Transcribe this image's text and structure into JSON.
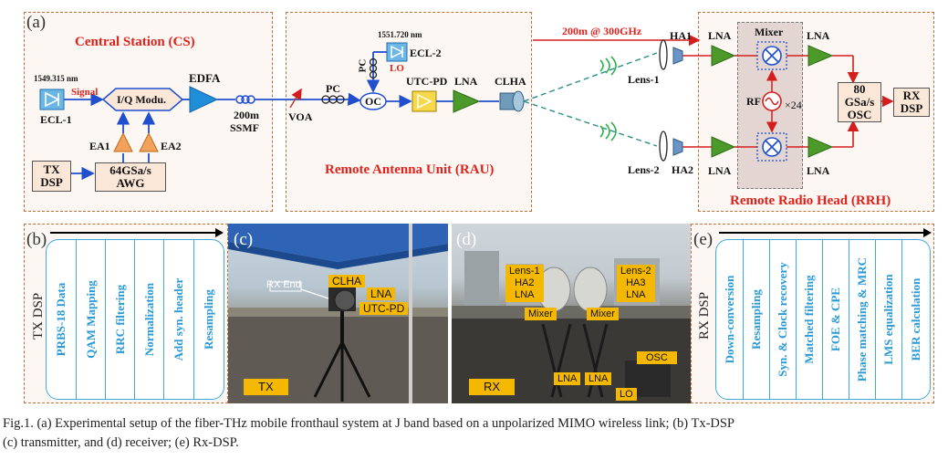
{
  "panel_a": {
    "label": "(a)",
    "cs_title": "Central Station (CS)",
    "rau_title": "Remote Antenna Unit (RAU)",
    "rrh_title": "Remote Radio Head (RRH)",
    "ecl1_nm": "1549.315 nm",
    "ecl1": "ECL-1",
    "signal": "Signal",
    "iq_mod": "I/Q Modu.",
    "edfa": "EDFA",
    "ssmf_1": "200m",
    "ssmf_2": "SSMF",
    "ea1": "EA1",
    "ea2": "EA2",
    "tx_dsp_1": "TX",
    "tx_dsp_2": "DSP",
    "awg_1": "64GSa/s",
    "awg_2": "AWG",
    "voa": "VOA",
    "pc1": "PC",
    "pc2": "PC",
    "ecl2_nm": "1551.720 nm",
    "ecl2": "ECL-2",
    "lo": "LO",
    "oc": "OC",
    "utcpd": "UTC-PD",
    "lna_rau": "LNA",
    "clha": "CLHA",
    "link": "200m @ 300GHz",
    "lens1": "Lens-1",
    "lens2": "Lens-2",
    "ha1": "HA1",
    "ha2": "HA2",
    "lna1": "LNA",
    "lna2": "LNA",
    "mixer": "Mixer",
    "lna3": "LNA",
    "lna4": "LNA",
    "rf": "RF",
    "x24": "×24",
    "osc_1": "80",
    "osc_2": "GSa/s",
    "osc_3": "OSC",
    "rxdsp_1": "RX",
    "rxdsp_2": "DSP"
  },
  "panel_b": {
    "label": "(b)",
    "side_label": "TX DSP",
    "steps": [
      "PRBS-18 Data",
      "QAM Mapping",
      "RRC filtering",
      "Normalization",
      "Add syn. header",
      "Resampling"
    ]
  },
  "panel_c": {
    "label": "(c)",
    "tags": {
      "clha": "CLHA",
      "lna": "LNA",
      "utcpd": "UTC-PD",
      "tx": "TX"
    },
    "rx_end": "RX End"
  },
  "panel_d": {
    "label": "(d)",
    "tags": {
      "left_stack": [
        "Lens-1",
        "HA2",
        "LNA"
      ],
      "right_stack": [
        "Lens-2",
        "HA3",
        "LNA"
      ],
      "mixer1": "Mixer",
      "mixer2": "Mixer",
      "osc": "OSC",
      "rx": "RX",
      "lna1": "LNA",
      "lna2": "LNA",
      "lo": "LO"
    }
  },
  "panel_e": {
    "label": "(e)",
    "side_label": "RX DSP",
    "steps": [
      "Down-conversion",
      "Resampling",
      "Syn. & Clock recovery",
      "Matched filtering",
      "FOE & CPE",
      "Phase matching & MRC",
      "LMS equalization",
      "BER calculation"
    ]
  },
  "caption": {
    "line1": "Fig.1. (a) Experimental setup of the fiber-THz mobile fronthaul system at J band based on a unpolarized MIMO wireless link; (b) Tx-DSP",
    "line2": "(c) transmitter, and (d) receiver; (e) Rx-DSP."
  },
  "colors": {
    "accent_red": "#e0221c",
    "dsp_blue": "#2a9ad6",
    "panel_border": "#c0703a",
    "tag_yellow": "#f5b800"
  }
}
